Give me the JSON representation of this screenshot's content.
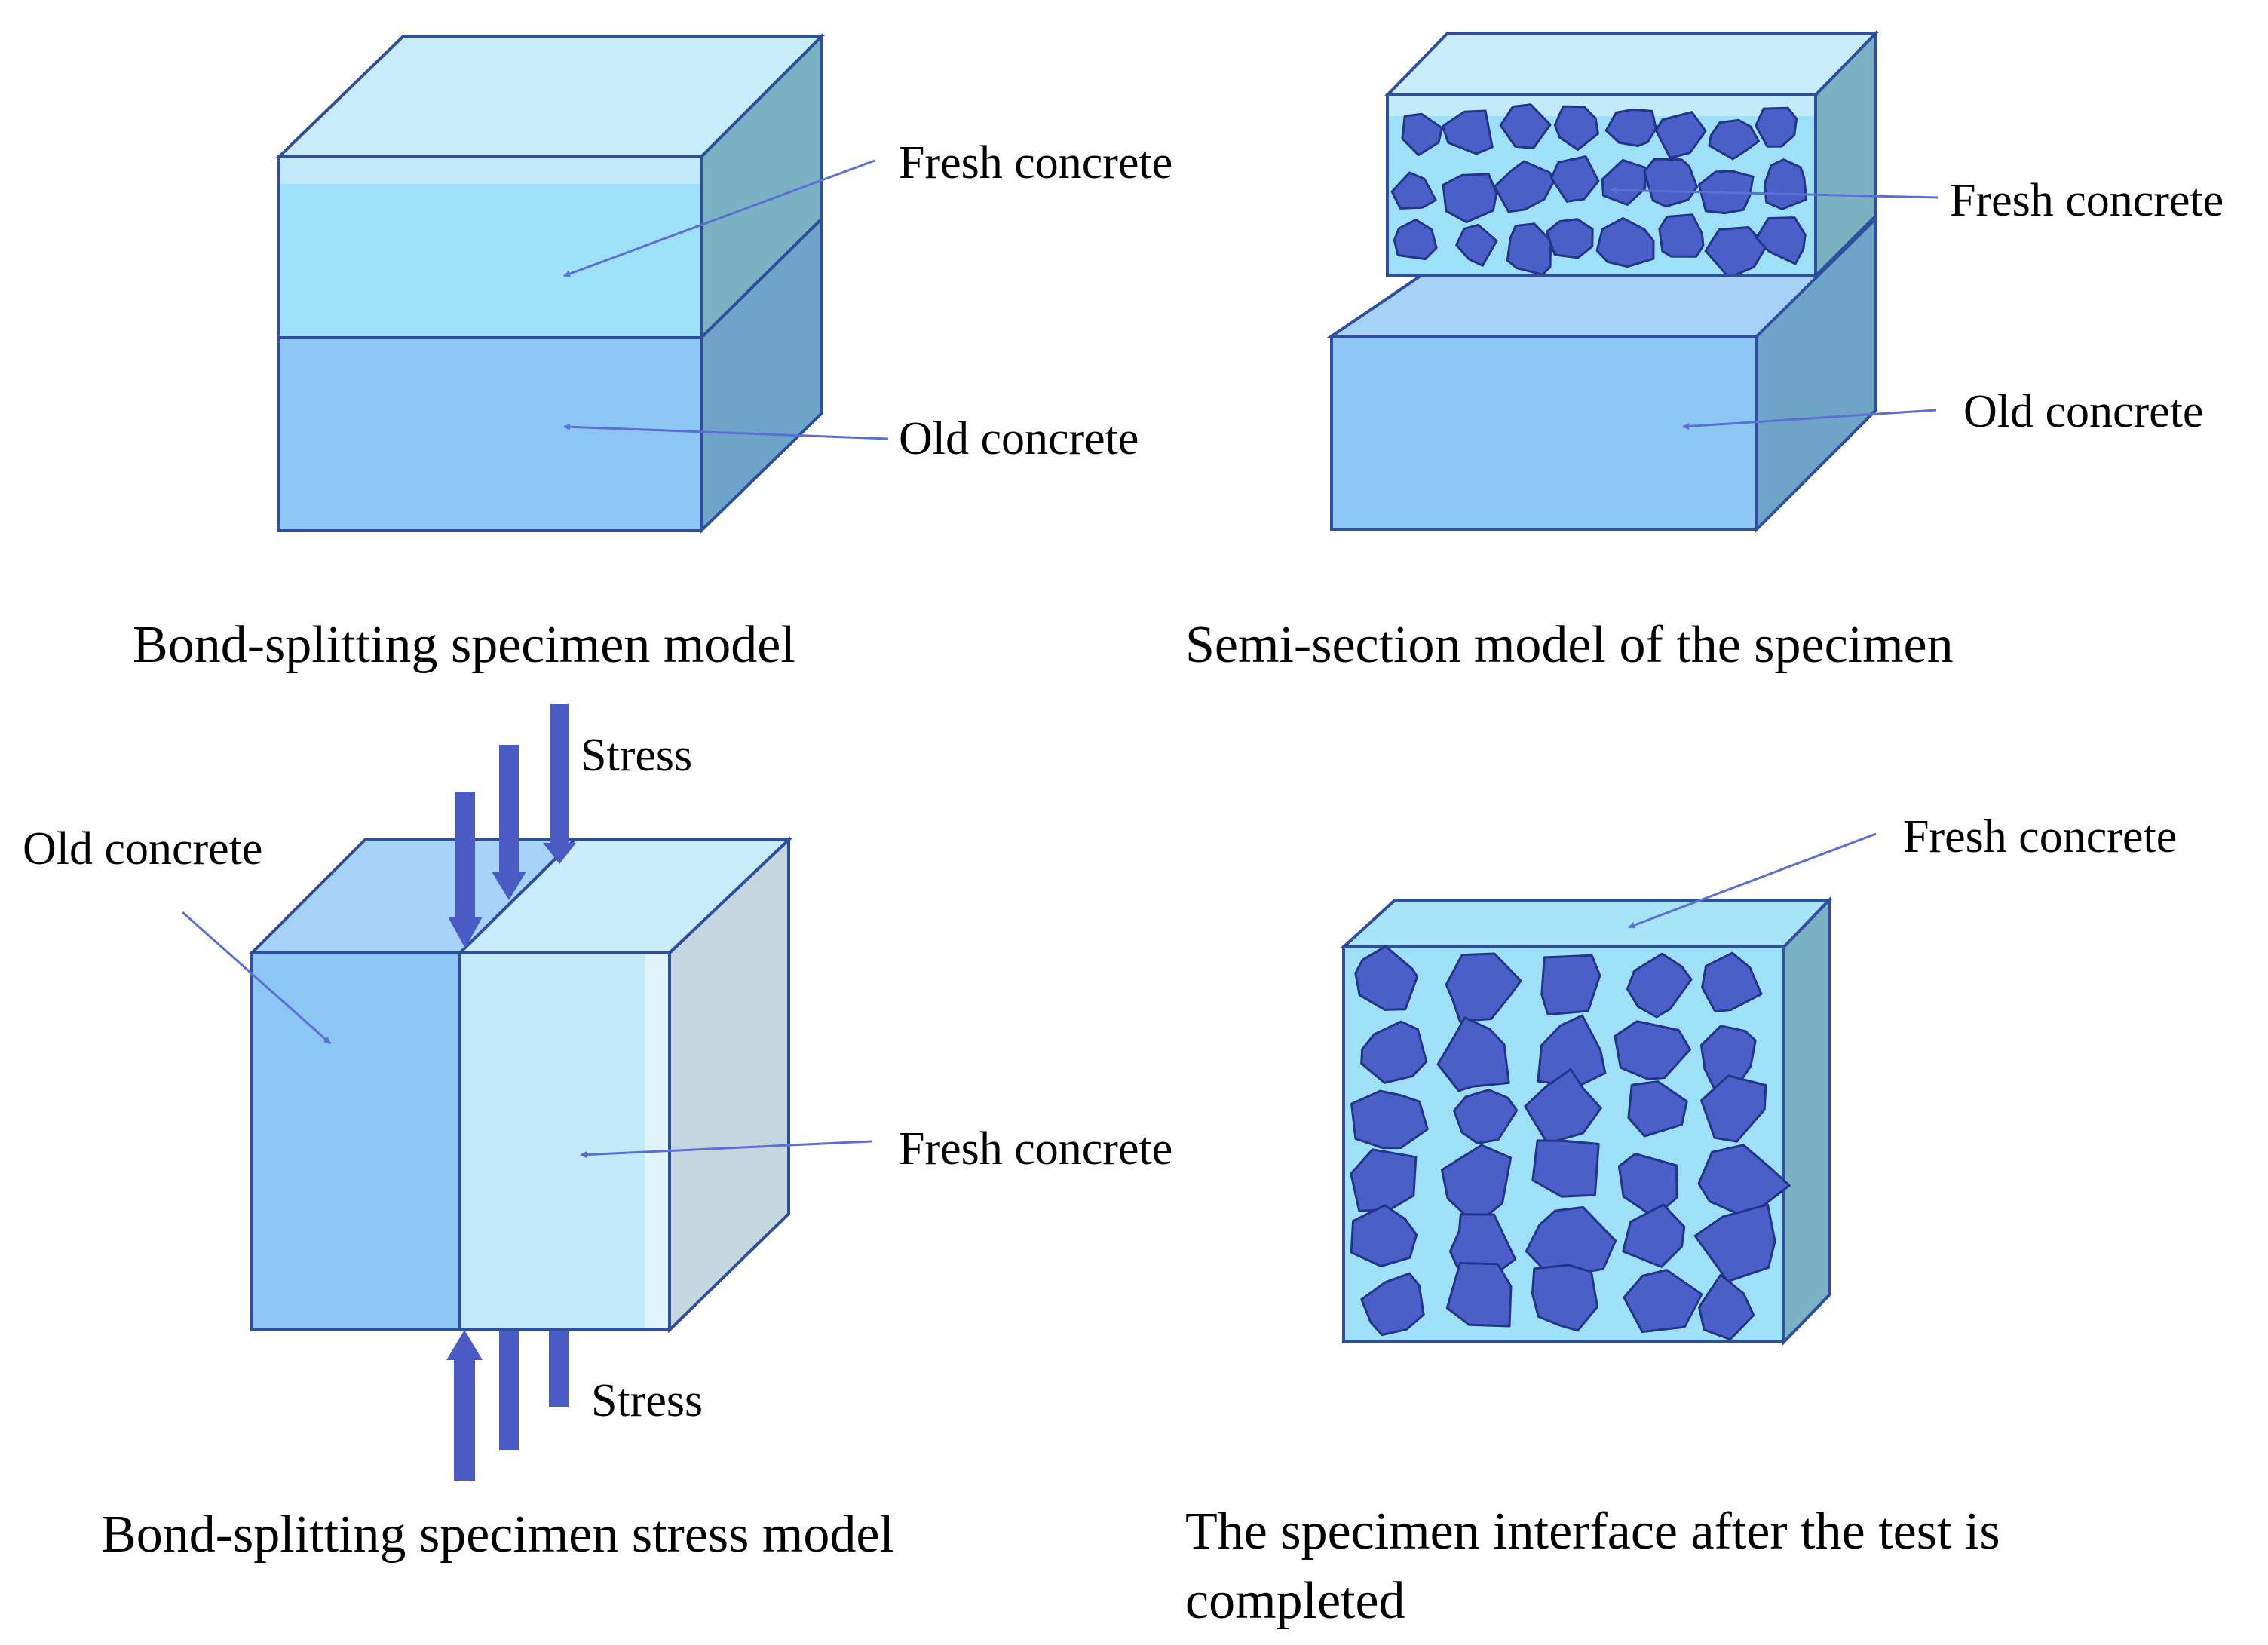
{
  "colors": {
    "fresh_front": "#9ee0f7",
    "fresh_top": "#c8ecfa",
    "fresh_light_front": "#c3eaf9",
    "old_front": "#8cc6f2",
    "old_top": "#a6d2f7",
    "side_fresh": "#7ab2c3",
    "side_old": "#6ea4c7",
    "side_grey": "#c4d6e0",
    "edge": "#2f4f9e",
    "aggregate": "#4a60c8",
    "aggregate_edge": "#23348a",
    "arrow": "#4a5bc6",
    "leader": "#5b6fd6"
  },
  "panels": {
    "top_left": {
      "caption": "Bond-splitting specimen model",
      "label_fresh": "Fresh concrete",
      "label_old": "Old concrete"
    },
    "top_right": {
      "caption": "Semi-section model of the specimen",
      "label_fresh": "Fresh concrete",
      "label_old": "Old concrete"
    },
    "bottom_left": {
      "caption": "Bond-splitting specimen stress model",
      "label_old": "Old concrete",
      "label_fresh": "Fresh concrete",
      "label_stress_top": "Stress",
      "label_stress_bottom": "Stress"
    },
    "bottom_right": {
      "caption_line1": "The specimen interface after the test is",
      "caption_line2": "completed",
      "label_fresh": "Fresh concrete"
    }
  }
}
